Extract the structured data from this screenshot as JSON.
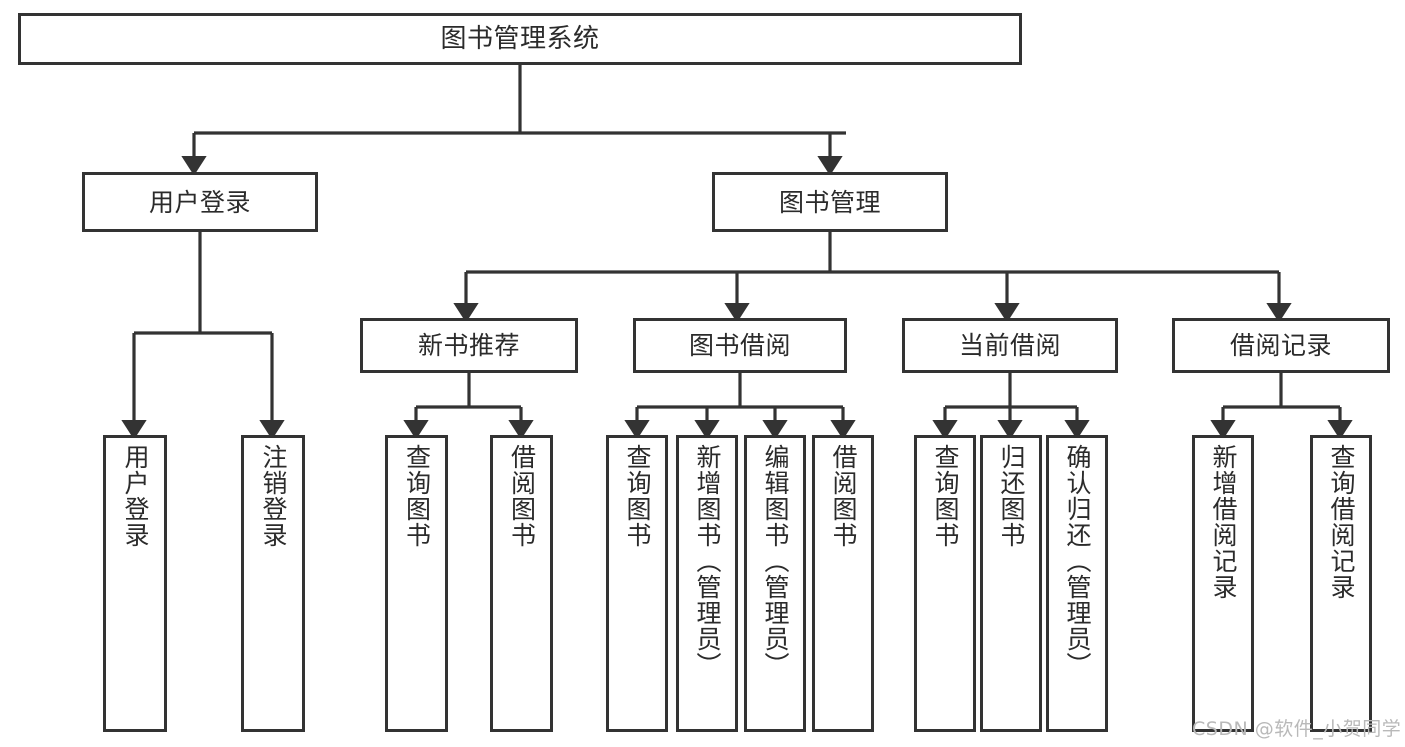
{
  "diagram": {
    "type": "tree-hierarchy-flowchart",
    "title": "图书管理系统",
    "orientation": "top-down",
    "box_style": "rectangle",
    "line_color": "#333333",
    "text_color": "#2b2b2b",
    "background_color": "#ffffff",
    "root": {
      "id": "root",
      "label": "图书管理系统"
    },
    "level2": [
      {
        "id": "user-login",
        "label": "用户登录"
      },
      {
        "id": "book-manage",
        "label": "图书管理"
      }
    ],
    "level3": [
      {
        "id": "new-book-recommend",
        "label": "新书推荐",
        "parent": "book-manage"
      },
      {
        "id": "book-borrow",
        "label": "图书借阅",
        "parent": "book-manage"
      },
      {
        "id": "current-borrow",
        "label": "当前借阅",
        "parent": "book-manage"
      },
      {
        "id": "borrow-record",
        "label": "借阅记录",
        "parent": "book-manage"
      }
    ],
    "leaves": [
      {
        "id": "leaf-user-login",
        "label": "用户登录",
        "parent": "user-login"
      },
      {
        "id": "leaf-logout-login",
        "label": "注销登录",
        "parent": "user-login"
      },
      {
        "id": "leaf-query-book-1",
        "label": "查询图书",
        "parent": "new-book-recommend"
      },
      {
        "id": "leaf-borrow-book-1",
        "label": "借阅图书",
        "parent": "new-book-recommend"
      },
      {
        "id": "leaf-query-book-2",
        "label": "查询图书",
        "parent": "book-borrow"
      },
      {
        "id": "leaf-add-book",
        "label": "新增图书（管理员）",
        "parent": "book-borrow"
      },
      {
        "id": "leaf-edit-book",
        "label": "编辑图书（管理员）",
        "parent": "book-borrow"
      },
      {
        "id": "leaf-borrow-book-2",
        "label": "借阅图书",
        "parent": "book-borrow"
      },
      {
        "id": "leaf-query-book-3",
        "label": "查询图书",
        "parent": "current-borrow"
      },
      {
        "id": "leaf-return-book",
        "label": "归还图书",
        "parent": "current-borrow"
      },
      {
        "id": "leaf-confirm-return",
        "label": "确认归还（管理员）",
        "parent": "current-borrow"
      },
      {
        "id": "leaf-add-record",
        "label": "新增借阅记录",
        "parent": "borrow-record"
      },
      {
        "id": "leaf-query-record",
        "label": "查询借阅记录",
        "parent": "borrow-record"
      }
    ]
  },
  "watermark": {
    "text": "CSDN @软件_小贺同学"
  }
}
